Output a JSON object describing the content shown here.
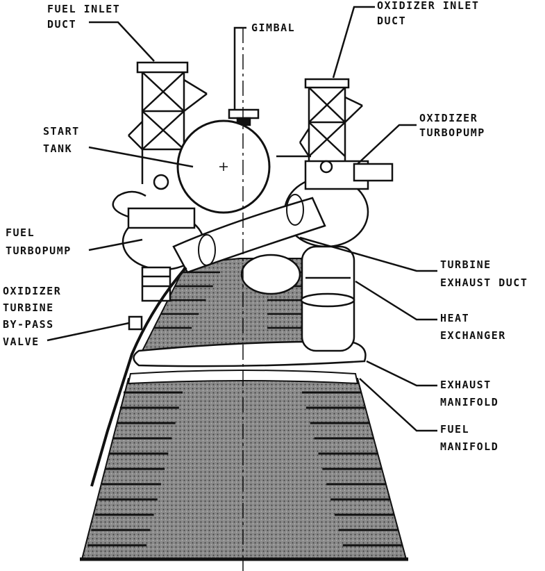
{
  "colors": {
    "ink": "#111111",
    "stipple": "#5c5c5c",
    "paper": "#ffffff"
  },
  "labels": {
    "fuel_inlet_duct": [
      "FUEL INLET",
      "DUCT"
    ],
    "gimbal": [
      "GIMBAL"
    ],
    "oxidizer_inlet_duct": [
      "OXIDIZER INLET",
      "DUCT"
    ],
    "start_tank": [
      "START",
      "TANK"
    ],
    "oxidizer_turbopump": [
      "OXIDIZER",
      "TURBOPUMP"
    ],
    "fuel_turbopump": [
      "FUEL",
      "TURBOPUMP"
    ],
    "turbine_exhaust_duct": [
      "TURBINE",
      "EXHAUST DUCT"
    ],
    "oxidizer_turbine_bypass_valve": [
      "OXIDIZER",
      "TURBINE",
      "BY-PASS",
      "VALVE"
    ],
    "heat_exchanger": [
      "HEAT",
      "EXCHANGER"
    ],
    "exhaust_manifold": [
      "EXHAUST",
      "MANIFOLD"
    ],
    "fuel_manifold": [
      "FUEL",
      "MANIFOLD"
    ]
  }
}
